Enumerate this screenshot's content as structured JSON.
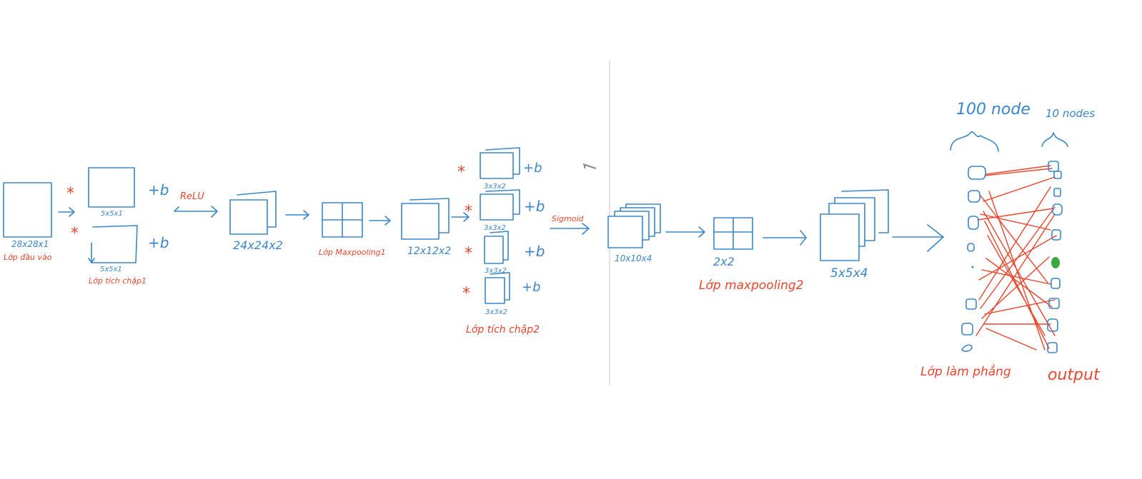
{
  "labels": {
    "input_size": "28x28x1",
    "input_layer": "Lớp đầu vào",
    "kernel1_top": "5x5x1",
    "kernel1_bottom": "5x5x1",
    "conv1_layer": "Lớp tích chập1",
    "plus_b": "+b",
    "relu": "ReLU",
    "conv1_out": "24x24x2",
    "maxpool1": "Lớp Maxpooling1",
    "pool1_out": "12x12x2",
    "kernel2": "3x3x2",
    "conv2_layer": "Lớp tích chập2",
    "sigmoid": "Sigmoid",
    "conv2_out": "10x10x4",
    "pool_size": "2x2",
    "maxpool2": "Lớp maxpooling2",
    "pool2_out": "5x5x4",
    "hundred_node": "100 node",
    "ten_nodes": "10 nodes",
    "flatten": "Lớp làm phẳng",
    "output": "output",
    "star": "*"
  },
  "colors": {
    "blue": "#3a86c8",
    "red": "#e8452c",
    "active_node": "#3aa83a"
  },
  "icons": {
    "multiply": "asterisk-icon",
    "arrow": "arrow-right-icon"
  }
}
